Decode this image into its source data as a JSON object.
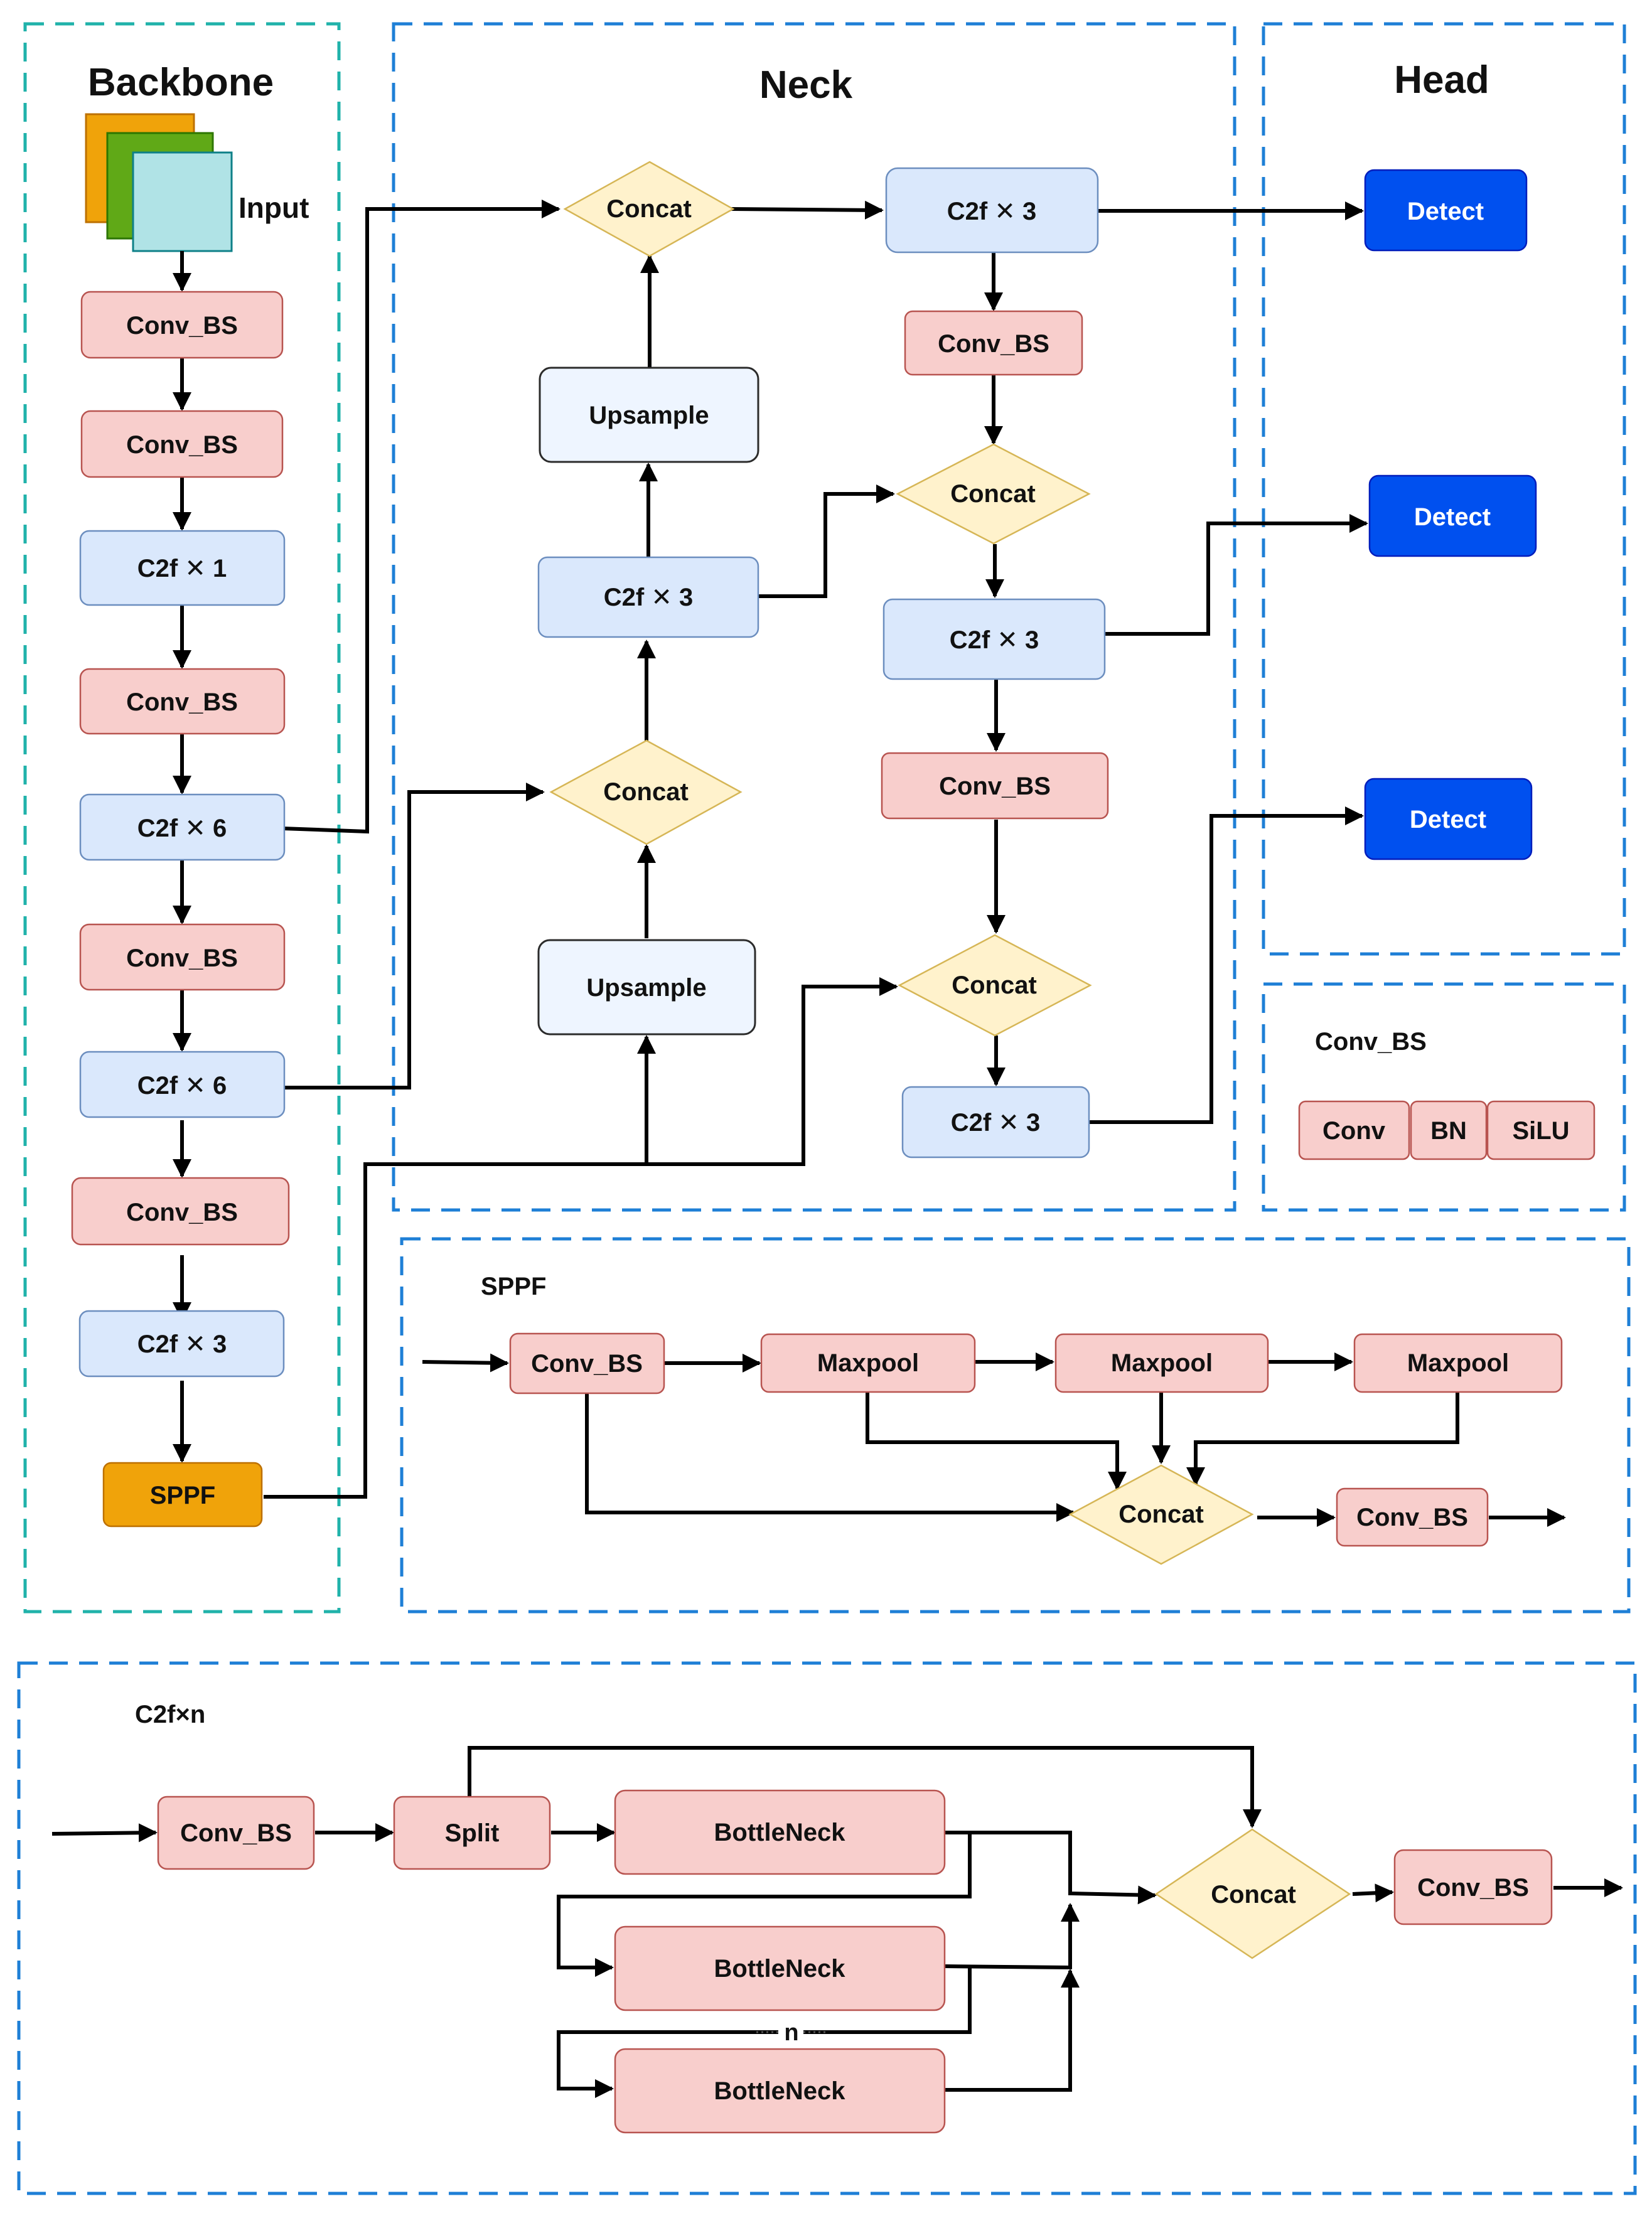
{
  "sections": {
    "backbone": "Backbone",
    "neck": "Neck",
    "head": "Head",
    "convbs": "Conv_BS",
    "sppf": "SPPF",
    "c2f": "C2f×n"
  },
  "input_label": "Input",
  "backbone": {
    "conv1": "Conv_BS",
    "conv2": "Conv_BS",
    "c2f1": "C2f ✕ 1",
    "conv3": "Conv_BS",
    "c2f2": "C2f ✕ 6",
    "conv4": "Conv_BS",
    "c2f3": "C2f ✕ 6",
    "conv5": "Conv_BS",
    "c2f4": "C2f ✕ 3",
    "sppf": "SPPF"
  },
  "neck": {
    "concat1": "Concat",
    "upsample1": "Upsample",
    "c2f_a": "C2f ✕ 3",
    "concat2": "Concat",
    "upsample2": "Upsample",
    "c2f_b": "C2f ✕ 3",
    "conv_a": "Conv_BS",
    "concat3": "Concat",
    "c2f_c": "C2f ✕ 3",
    "conv_b": "Conv_BS",
    "concat4": "Concat",
    "c2f_d": "C2f ✕ 3"
  },
  "head": {
    "detect1": "Detect",
    "detect2": "Detect",
    "detect3": "Detect"
  },
  "convbs_detail": {
    "conv": "Conv",
    "bn": "BN",
    "silu": "SiLU"
  },
  "sppf_detail": {
    "conv_in": "Conv_BS",
    "maxpool1": "Maxpool",
    "maxpool2": "Maxpool",
    "maxpool3": "Maxpool",
    "concat": "Concat",
    "conv_out": "Conv_BS"
  },
  "c2f_detail": {
    "conv_in": "Conv_BS",
    "split": "Split",
    "bottleneck1": "BottleNeck",
    "bottleneck2": "BottleNeck",
    "bottleneck3": "BottleNeck",
    "n_label": "n",
    "concat": "Concat",
    "conv_out": "Conv_BS"
  },
  "colors": {
    "conv_fill": "#f8cecc",
    "conv_stroke": "#b85450",
    "c2f_fill": "#dae8fc",
    "c2f_stroke": "#6c8ebf",
    "concat_fill": "#fff2cc",
    "concat_stroke": "#d6b656",
    "detect_fill": "#0050ef",
    "sppf_fill": "#f0a30a",
    "backbone_border": "#20b2aa",
    "section_border": "#1e7fd6"
  }
}
